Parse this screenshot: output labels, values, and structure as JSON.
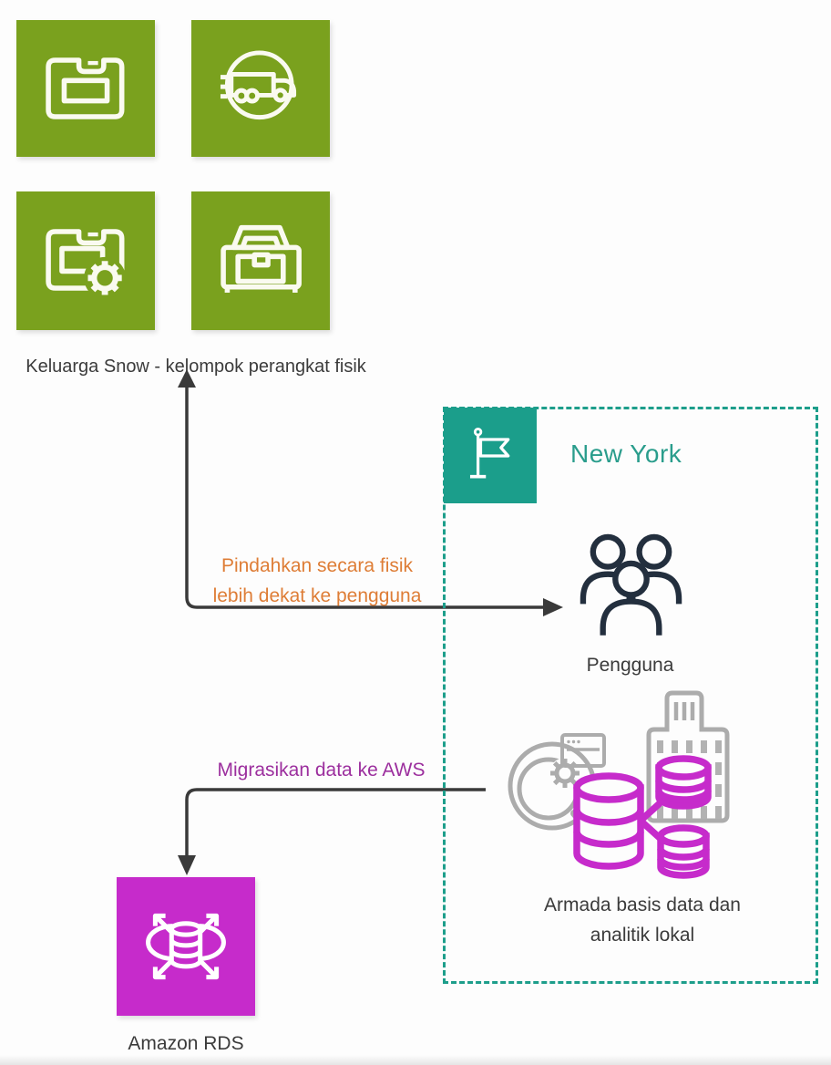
{
  "diagram": {
    "snow_family": {
      "caption": "Keluarga Snow - kelompok perangkat fisik",
      "icons": [
        "snowball-device-icon",
        "snowmobile-truck-icon",
        "snowball-edge-gear-icon",
        "snow-storage-box-icon"
      ]
    },
    "region": {
      "title": "New York",
      "icon": "flag-icon"
    },
    "users": {
      "caption": "Pengguna",
      "icon": "users-icon"
    },
    "fleet": {
      "caption_line1": "Armada basis data dan",
      "caption_line2": "analitik lokal",
      "icon": "database-fleet-icon"
    },
    "rds": {
      "caption": "Amazon RDS",
      "icon": "amazon-rds-icon"
    },
    "arrow_move": {
      "caption_line1": "Pindahkan secara fisik",
      "caption_line2": "lebih dekat ke pengguna"
    },
    "arrow_migrate": {
      "caption": "Migrasikan data ke AWS"
    },
    "colors": {
      "snow_green": "#7aa11e",
      "region_teal": "#1b9e8b",
      "rds_magenta": "#c62bcb",
      "users_navy": "#232f3e",
      "move_orange": "#de7d36",
      "migrate_purple": "#9c2f9e",
      "arrow_dark": "#3a3a3a",
      "fleet_gray": "#acacac"
    }
  }
}
